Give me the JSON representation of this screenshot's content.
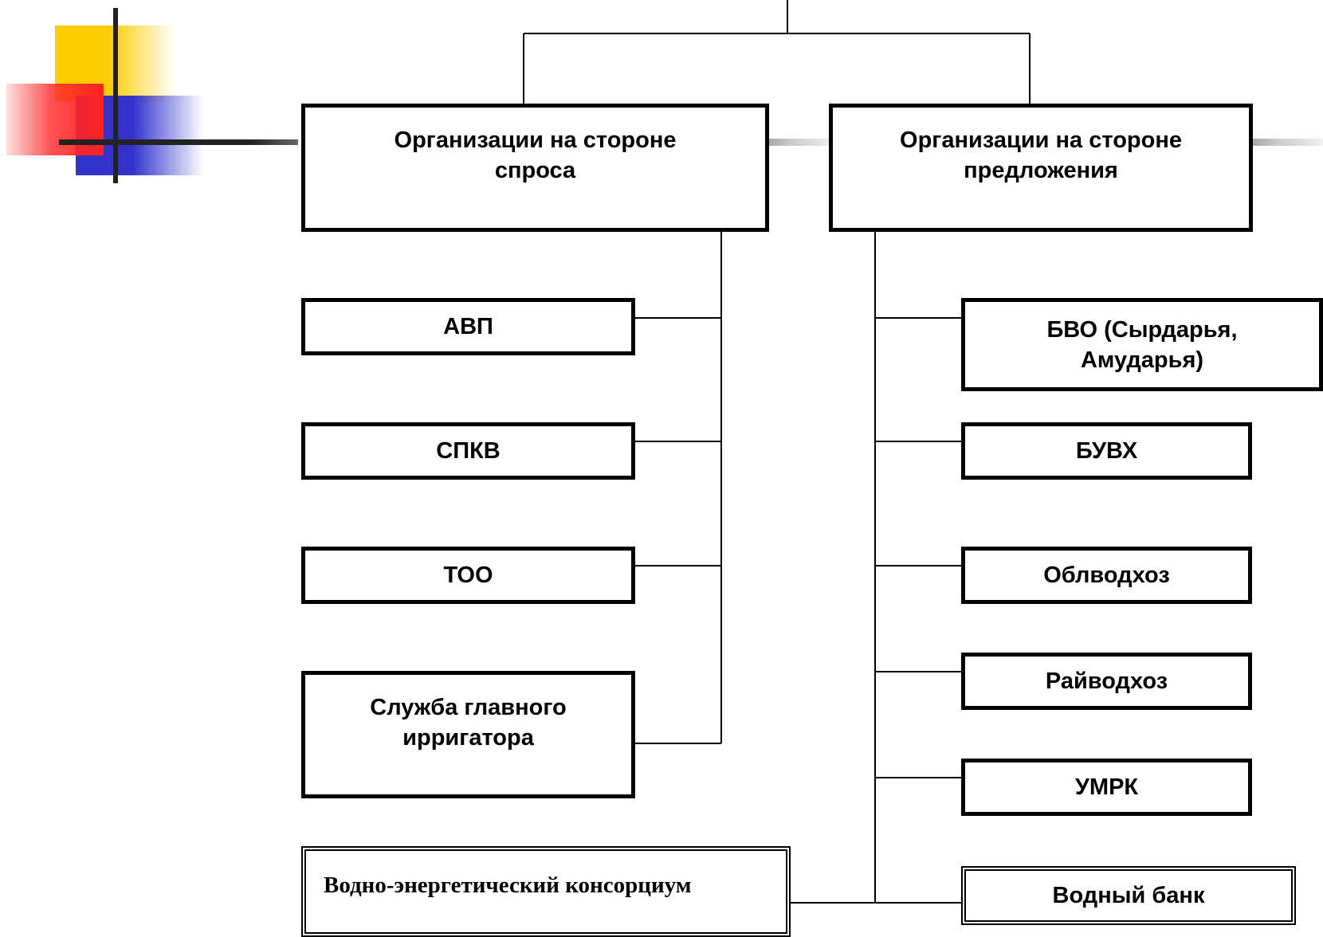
{
  "demand": {
    "title": "Организации на стороне\nспроса",
    "items": [
      "АВП",
      "СПКВ",
      "ТОО",
      "Служба главного\nирригатора"
    ]
  },
  "supply": {
    "title": "Организации на стороне\nпредложения",
    "items": [
      "БВО (Сырдарья,\nАмударья)",
      "БУВХ",
      "Облводхоз",
      "Райводхоз",
      "УМРК"
    ]
  },
  "consortium": {
    "label": "Водно-энергетический консорциум"
  },
  "water_bank": {
    "label": "Водный банк"
  },
  "colors": {
    "line": "#000000",
    "logo_yellow": "#ffcc00",
    "logo_red": "#ff2222",
    "logo_blue": "#3333cc"
  }
}
